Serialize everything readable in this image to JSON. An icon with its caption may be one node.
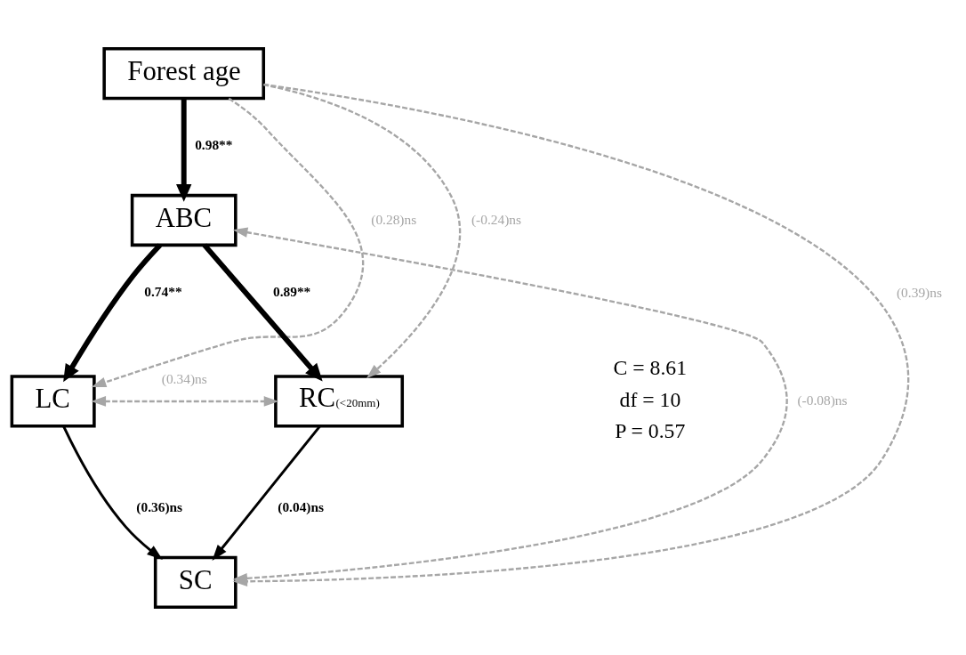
{
  "diagram": {
    "nodes": [
      {
        "text": [
          "Forest age"
        ]
      },
      {
        "text": [
          "ABC"
        ]
      },
      {
        "text": [
          "LC"
        ]
      },
      {
        "text": [
          "RC$_{(<20mm)}$"
        ]
      },
      {
        "text": [
          "SC"
        ]
      }
    ],
    "edges": [
      {
        "from": 0,
        "to": 1,
        "arrow": "to",
        "label": "0.98**",
        "style": "thick"
      },
      {
        "from": 1,
        "to": 2,
        "arrow": "to",
        "label": "0.74**",
        "style": "thick"
      },
      {
        "from": 1,
        "to": 3,
        "arrow": "to",
        "label": "0.89**",
        "style": "thick"
      },
      {
        "from": 2,
        "to": 4,
        "arrow": "to",
        "label": "(0.36)ns"
      },
      {
        "from": 3,
        "to": 4,
        "arrow": "to",
        "label": "(0.04)ns"
      },
      {
        "from": 0,
        "to": 2,
        "arrow": "to",
        "label": "(0.28)ns",
        "style": "dashed",
        "color": "#a6a6a6"
      },
      {
        "from": 0,
        "to": 3,
        "arrow": "to",
        "label": "(-0.24)ns",
        "style": "dashed",
        "color": "#a6a6a6"
      },
      {
        "from": 0,
        "to": 4,
        "arrow": "to",
        "label": "(0.39)ns",
        "style": "dashed",
        "color": "#a6a6a6"
      },
      {
        "from": 1,
        "to": 4,
        "arrow": "both",
        "label": "(-0.08)ns",
        "style": "dashed",
        "color": "#a6a6a6"
      },
      {
        "from": 2,
        "to": 3,
        "arrow": "both",
        "label": "(0.34)ns",
        "style": "dashed",
        "color": "#a6a6a6"
      }
    ],
    "labels": [
      "C = 8.61",
      "df = 10",
      "P = 0.57"
    ]
  }
}
